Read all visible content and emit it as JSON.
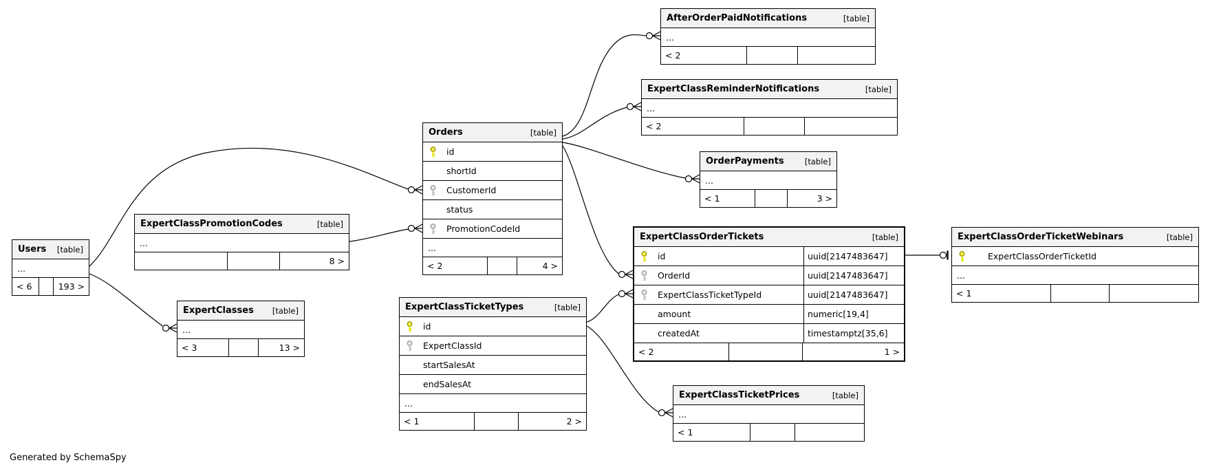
{
  "note": "Generated by SchemaSpy",
  "ellipsis": "...",
  "colors": {
    "header_bg": "#f2f2f2",
    "line": "#000000",
    "primary_key": "#e8e40c",
    "foreign_key": "#d9d9d9"
  },
  "tables": {
    "users": {
      "title": "Users",
      "tag": "[table]",
      "footer": {
        "left": "< 6",
        "mid": "",
        "right": "193 >"
      }
    },
    "promo_codes": {
      "title": "ExpertClassPromotionCodes",
      "tag": "[table]",
      "footer": {
        "left": "",
        "mid": "",
        "right": "8 >"
      }
    },
    "orders": {
      "title": "Orders",
      "tag": "[table]",
      "rows": [
        {
          "name": "id",
          "key": "pk"
        },
        {
          "name": "shortId",
          "key": ""
        },
        {
          "name": "CustomerId",
          "key": "fk"
        },
        {
          "name": "status",
          "key": ""
        },
        {
          "name": "PromotionCodeId",
          "key": "fk"
        }
      ],
      "footer": {
        "left": "< 2",
        "mid": "",
        "right": "4 >"
      }
    },
    "after_order_paid": {
      "title": "AfterOrderPaidNotifications",
      "tag": "[table]",
      "footer": {
        "left": "< 2",
        "mid": "",
        "right": ""
      }
    },
    "reminder_notifications": {
      "title": "ExpertClassReminderNotifications",
      "tag": "[table]",
      "footer": {
        "left": "< 2",
        "mid": "",
        "right": ""
      }
    },
    "order_payments": {
      "title": "OrderPayments",
      "tag": "[table]",
      "footer": {
        "left": "< 1",
        "mid": "",
        "right": "3 >"
      }
    },
    "order_tickets": {
      "title": "ExpertClassOrderTickets",
      "tag": "[table]",
      "rows": [
        {
          "name": "id",
          "key": "pk",
          "type": "uuid[2147483647]"
        },
        {
          "name": "OrderId",
          "key": "fk",
          "type": "uuid[2147483647]"
        },
        {
          "name": "ExpertClassTicketTypeId",
          "key": "fk",
          "type": "uuid[2147483647]"
        },
        {
          "name": "amount",
          "key": "",
          "type": "numeric[19,4]"
        },
        {
          "name": "createdAt",
          "key": "",
          "type": "timestamptz[35,6]"
        }
      ],
      "footer": {
        "left": "< 2",
        "mid": "",
        "right": "1 >"
      }
    },
    "order_ticket_webinars": {
      "title": "ExpertClassOrderTicketWebinars",
      "tag": "[table]",
      "rows": [
        {
          "name": "ExpertClassOrderTicketId",
          "key": "pk"
        }
      ],
      "footer": {
        "left": "< 1",
        "mid": "",
        "right": ""
      }
    },
    "expert_classes": {
      "title": "ExpertClasses",
      "tag": "[table]",
      "footer": {
        "left": "< 3",
        "mid": "",
        "right": "13 >"
      }
    },
    "ticket_types": {
      "title": "ExpertClassTicketTypes",
      "tag": "[table]",
      "rows": [
        {
          "name": "id",
          "key": "pk"
        },
        {
          "name": "ExpertClassId",
          "key": "fk"
        },
        {
          "name": "startSalesAt",
          "key": ""
        },
        {
          "name": "endSalesAt",
          "key": ""
        }
      ],
      "footer": {
        "left": "< 1",
        "mid": "",
        "right": "2 >"
      }
    },
    "ticket_prices": {
      "title": "ExpertClassTicketPrices",
      "tag": "[table]",
      "footer": {
        "left": "< 1",
        "mid": "",
        "right": ""
      }
    }
  }
}
